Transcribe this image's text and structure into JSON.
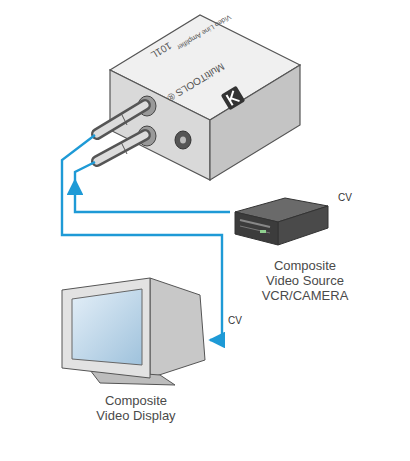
{
  "diagram": {
    "nodes": [
      {
        "text": [
          "Video Line Amplifier",
          "101L",
          "MultiTOOLS ®"
        ]
      },
      {
        "text": [
          "Composite Video Source VCR/CAMERA"
        ]
      },
      {
        "text": [
          "Composite Video Display"
        ]
      }
    ],
    "edges": [
      {
        "from": 1,
        "to": 0,
        "arrow": "to",
        "label": "CV"
      },
      {
        "from": 0,
        "to": 2,
        "arrow": "to",
        "label": "CV"
      }
    ]
  }
}
